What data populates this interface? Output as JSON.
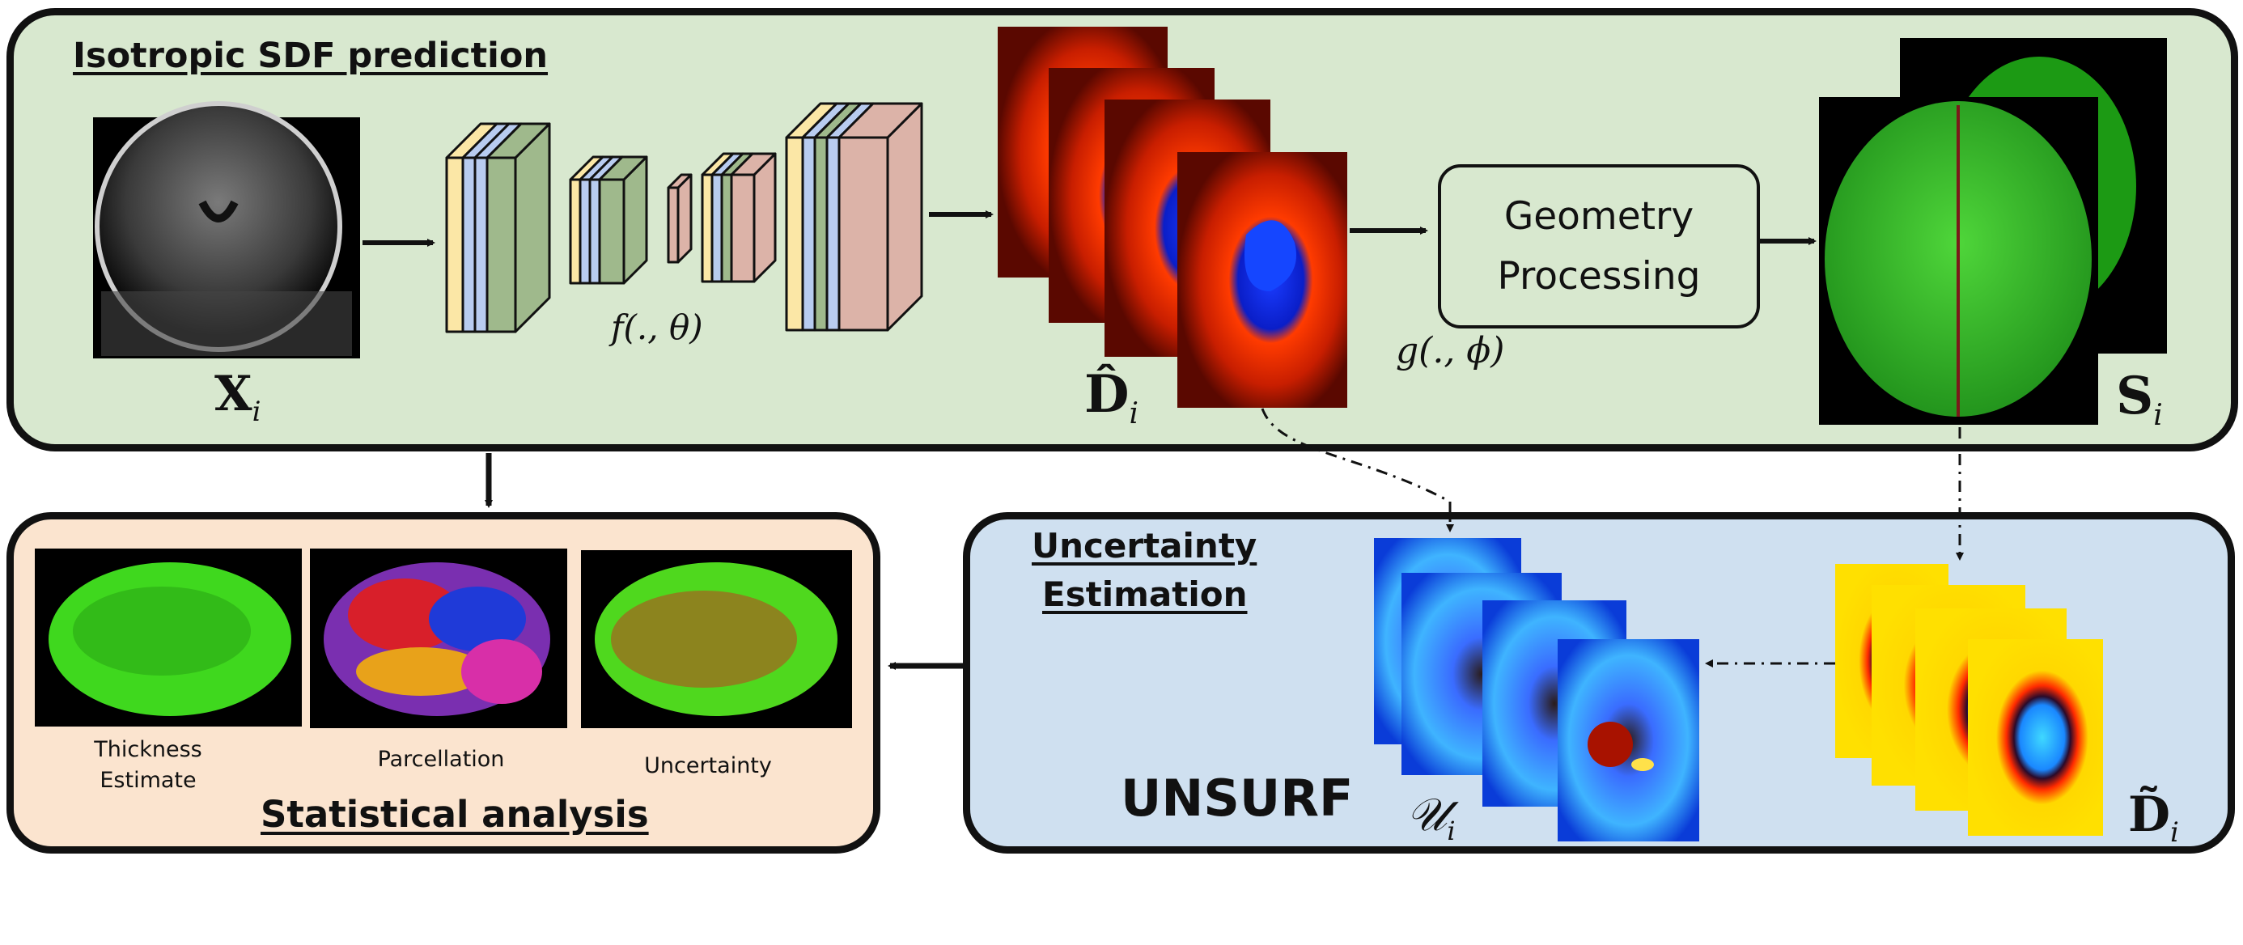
{
  "top_panel": {
    "heading": "Isotropic SDF prediction",
    "input_label_main": "X",
    "input_label_sub": "i",
    "network_label": "f(., θ)",
    "sdf_label_main": "D̂",
    "sdf_label_sub": "i",
    "geometry_line1": "Geometry",
    "geometry_line2": "Processing",
    "geometry_fn_label": "g(., ϕ)",
    "surface_label_main": "S",
    "surface_label_sub": "i"
  },
  "stats_panel": {
    "heading": "Statistical analysis",
    "thumb1_caption_line1": "Thickness",
    "thumb1_caption_line2": "Estimate",
    "thumb2_caption": "Parcellation",
    "thumb3_caption": "Uncertainty"
  },
  "uncertainty_panel": {
    "heading_line1": "Uncertainty",
    "heading_line2": "Estimation",
    "method_name": "UNSURF",
    "unc_label_main": "𝒰",
    "unc_label_sub": "i",
    "resampled_label_main": "D̃",
    "resampled_label_sub": "i"
  },
  "colors": {
    "top_panel_bg": "#d8e8cf",
    "stats_panel_bg": "#fbe4cf",
    "uncertainty_panel_bg": "#cfe0f0",
    "layer_yellow": "#fbe7a6",
    "layer_blue": "#b8ccf0",
    "layer_green": "#9fb98c",
    "layer_pink": "#dcb3a8"
  }
}
